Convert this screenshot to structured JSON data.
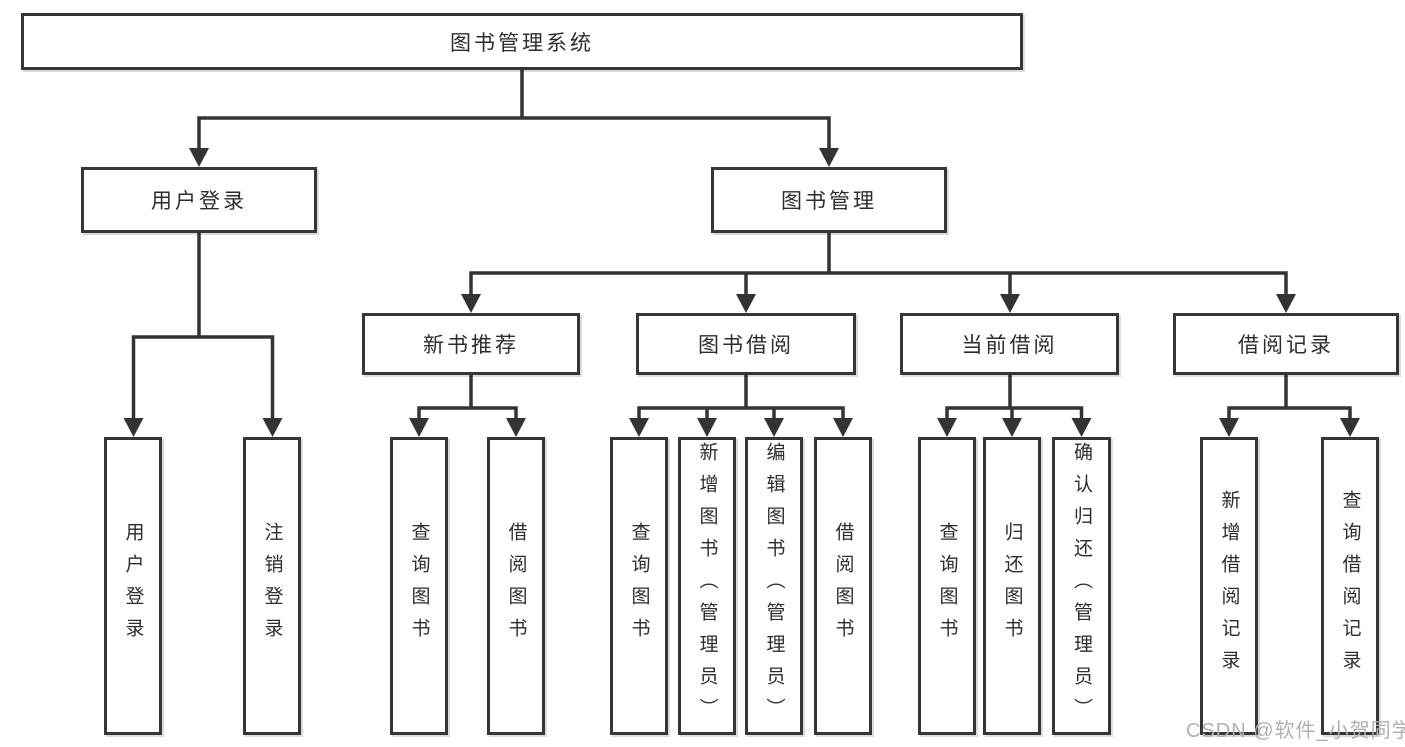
{
  "diagram": {
    "root": {
      "label": "图书管理系统"
    },
    "branches": [
      {
        "label": "用户登录",
        "children": [
          {
            "label": "用户登录"
          },
          {
            "label": "注销登录"
          }
        ]
      },
      {
        "label": "图书管理",
        "children": [
          {
            "label": "新书推荐",
            "children": [
              {
                "label": "查询图书"
              },
              {
                "label": "借阅图书"
              }
            ]
          },
          {
            "label": "图书借阅",
            "children": [
              {
                "label": "查询图书"
              },
              {
                "label": "新增图书（管理员）"
              },
              {
                "label": "编辑图书（管理员）"
              },
              {
                "label": "借阅图书"
              }
            ]
          },
          {
            "label": "当前借阅",
            "children": [
              {
                "label": "查询图书"
              },
              {
                "label": "归还图书"
              },
              {
                "label": "确认归还（管理员）"
              }
            ]
          },
          {
            "label": "借阅记录",
            "children": [
              {
                "label": "新增借阅记录"
              },
              {
                "label": "查询借阅记录"
              }
            ]
          }
        ]
      }
    ]
  },
  "watermark": {
    "text": "CSDN @软件_小贺同学"
  },
  "colors": {
    "line": "#333333",
    "box_border": "#363636",
    "box_fill": "#ffffff",
    "text": "#2d2d2d",
    "watermark": "#b0b0b0",
    "background": "#ffffff"
  }
}
